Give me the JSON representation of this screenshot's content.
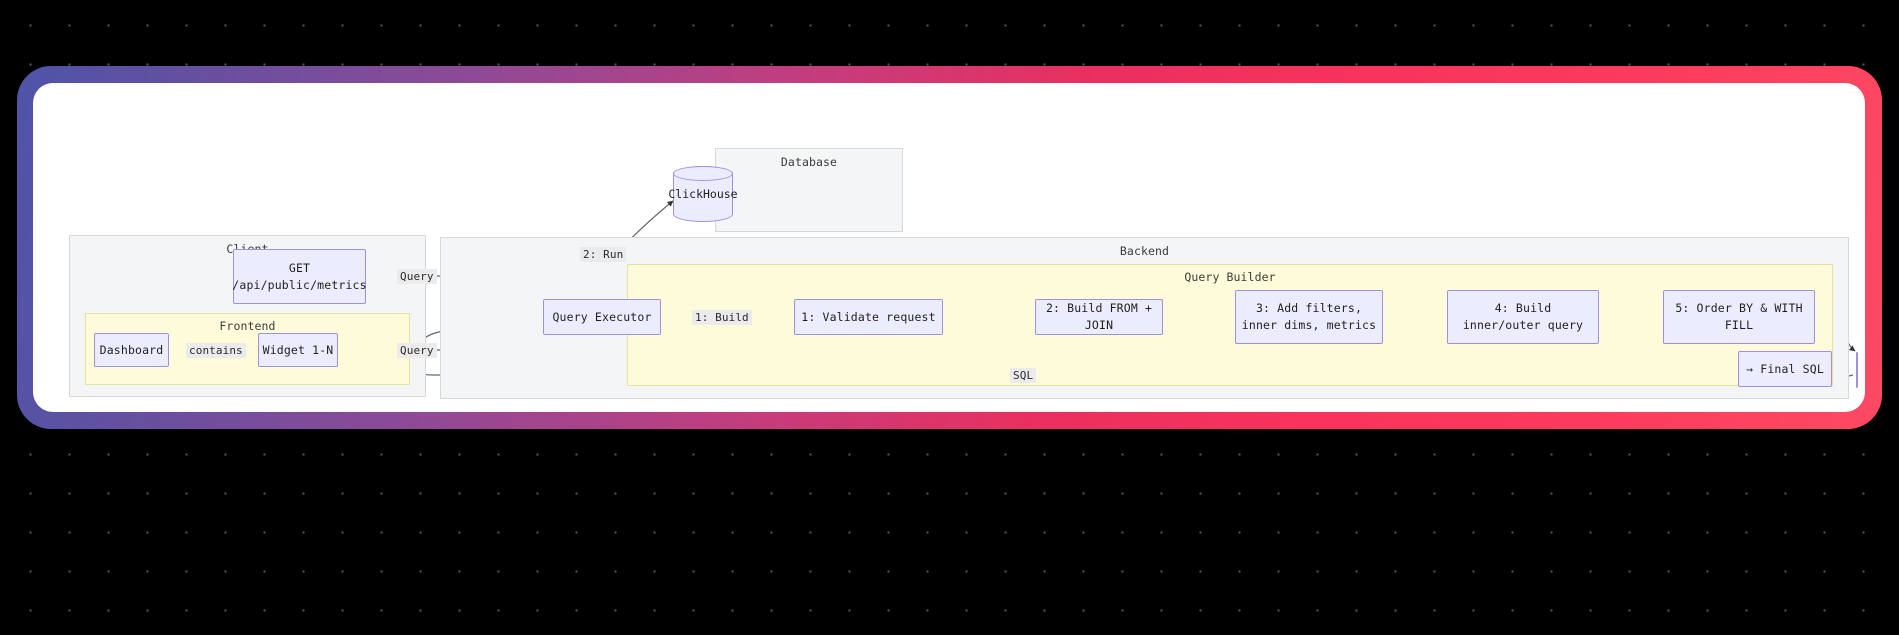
{
  "frame": {
    "gradient_start": "#4e54a8",
    "gradient_mid": "#c03e7f",
    "gradient_end": "#fc4a63",
    "canvas_color": "#ffffff",
    "background_color": "#000000"
  },
  "palette": {
    "node_fill": "#ececff",
    "node_border": "#9d91e0",
    "cluster_fill": "#f4f5f7",
    "cluster_border": "#d8d8d8",
    "cluster_yellow_fill": "#fdfbda",
    "cluster_yellow_border": "#e8e19a",
    "edge_color": "#666666",
    "label_bg": "#ebebeb"
  },
  "clusters": {
    "database": {
      "label": "Database"
    },
    "client": {
      "label": "Client"
    },
    "frontend": {
      "label": "Frontend"
    },
    "backend": {
      "label": "Backend"
    },
    "query_builder": {
      "label": "Query Builder"
    }
  },
  "nodes": {
    "clickhouse": {
      "label": "ClickHouse",
      "shape": "cylinder"
    },
    "api_endpoint": {
      "line1": "GET",
      "line2": "/api/public/metrics"
    },
    "dashboard": {
      "label": "Dashboard"
    },
    "widget": {
      "label": "Widget 1-N"
    },
    "query_executor": {
      "label": "Query Executor"
    },
    "step1": {
      "label": "1: Validate request"
    },
    "step2": {
      "label": "2: Build FROM + JOIN"
    },
    "step3": {
      "line1": "3: Add filters,",
      "line2": "inner dims, metrics"
    },
    "step4": {
      "line1": "4: Build",
      "line2": "inner/outer query"
    },
    "step5": {
      "line1": "5: Order BY & WITH",
      "line2": "FILL"
    },
    "final_sql": {
      "label": "→ Final SQL"
    }
  },
  "edges": {
    "contains": "contains",
    "query_api": "Query",
    "query_widget": "Query",
    "run": "2: Run",
    "build": "1: Build",
    "sql": "SQL"
  }
}
